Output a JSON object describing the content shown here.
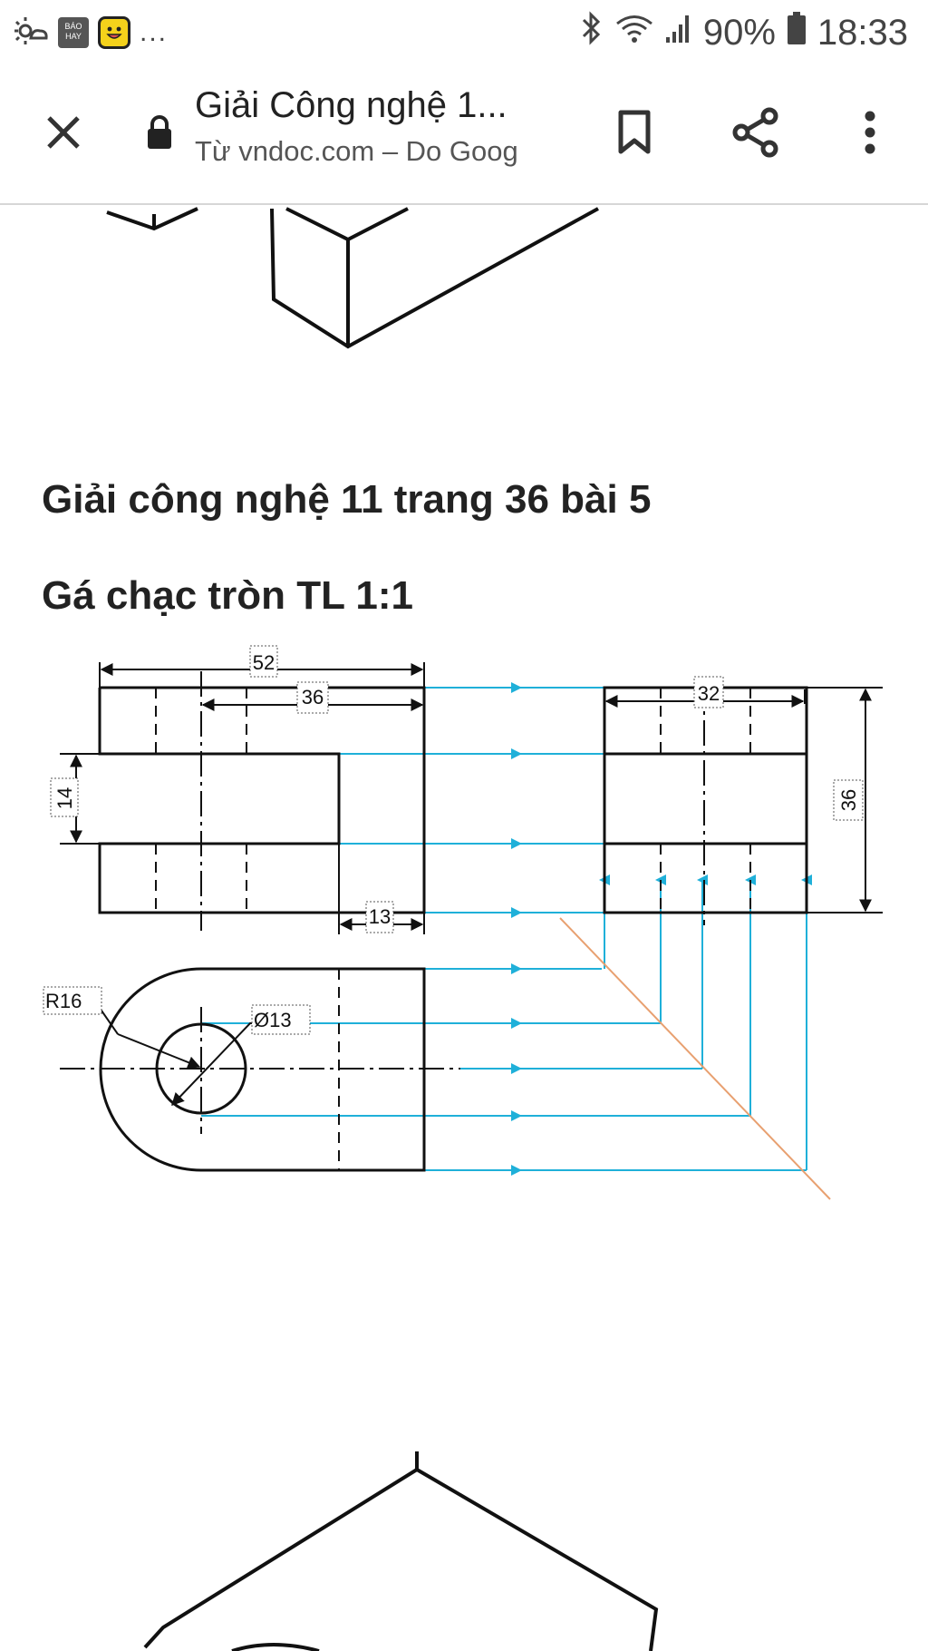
{
  "status_bar": {
    "news_icon_text": "BÁO\nHAY",
    "more_notifications": "...",
    "battery": "90%",
    "time": "18:33"
  },
  "toolbar": {
    "title": "Giải Công nghệ 1...",
    "subtitle": "Từ vndoc.com – Do Goog"
  },
  "content": {
    "heading_1": "Giải công nghệ 11 trang 36 bài 5",
    "heading_2": "Gá chạc tròn TL 1:1",
    "drawing": {
      "dims": {
        "d52": "52",
        "d36_top": "36",
        "d32": "32",
        "d14": "14",
        "d36_side": "36",
        "d13": "13",
        "r16": "R16",
        "dia13": "Ø13"
      }
    }
  },
  "colors": {
    "projection_line": "#1fb0d9",
    "miter_line": "#e8a070",
    "drawing_line": "#111111"
  }
}
